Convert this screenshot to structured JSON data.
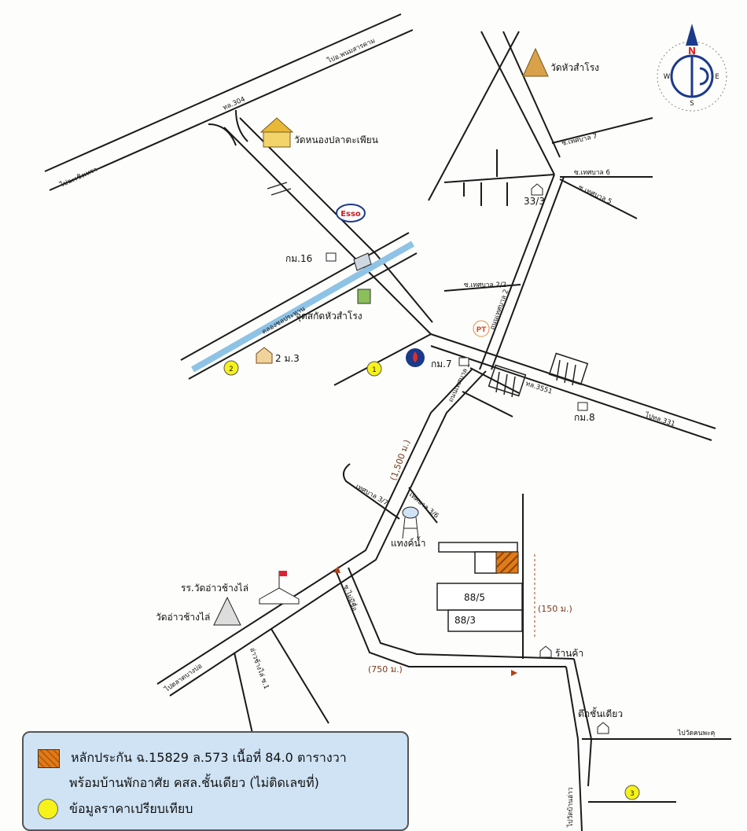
{
  "compass": {
    "n": "N",
    "s": "S",
    "e": "E",
    "w": "W"
  },
  "roads": {
    "to_phanom_sarakham": "ไปอ.พนมสารคาม",
    "hwy_304": "ทล.304",
    "to_chachoengsao": "ไปฉะเชิงเทรา",
    "hwy_3551": "ทล.3551",
    "to_hwy_331": "ไปทล.331",
    "tessaban_7": "ซ.เทศบาล 7",
    "tessaban_6": "ซ.เทศบาล 6",
    "tessaban_5": "ซ.เทศบาล 5",
    "tessaban_2_2": "ซ.เทศบาล 2/2",
    "tessaban_2_road": "ถนนเทศบาล 2",
    "tessaban_3_road": "ถนนเทศบาล 3",
    "tessaban_3_7": "เทศบาล 3/7",
    "tessaban_3_6": "เทศบาล 3/6",
    "to_talad_bangbon": "ไปตลาดบางบ่อ",
    "ao_chang_lai_1": "อ่าวช้างไล่ ซ.1",
    "no_name": "ซ.ไม่มีชื่อ",
    "to_wat_khon_phakhu": "ไปวัดคนพะคุ",
    "to_wat_ban_ao": "ไปวัดบ้านอ่าว"
  },
  "places": {
    "wat_hua_samrong": "วัดหัวสำโรง",
    "wat_nong_pla": "วัดหนองปลาตะเพียน",
    "esso": "Esso",
    "khlong": "คลองชลประทาน",
    "checkpoint": "จุดสกัดหัวสำโรง",
    "km16": "กม.16",
    "km7": "กม.7",
    "km8": "กม.8",
    "house_2_m3": "2 ม.3",
    "house_33_3": "33/3",
    "water_tower": "แทงค์น้ำ",
    "school": "รร.วัดอ่าวช้างไล่",
    "wat_ao_chang_lai": "วัดอ่าวช้างไล่",
    "house_88_5": "88/5",
    "house_88_3": "88/3",
    "shop": "ร้านค้า",
    "single_storey": "ตึกชั้นเดียว",
    "pt": "PT"
  },
  "distances": {
    "d1500": "(1,500 ม.)",
    "d150": "(150 ม.)",
    "d750": "(750 ม.)"
  },
  "comparables": [
    "1",
    "2",
    "3"
  ],
  "legend": {
    "collateral": "หลักประกัน ฉ.15829 ล.573 เนื้อที่ 84.0 ตารางวา",
    "collateral_2": "พร้อมบ้านพักอาศัย คสล.ชั้นเดียว (ไม่ติดเลขที่)",
    "comparable": "ข้อมูลราคาเปรียบเทียบ"
  },
  "colors": {
    "plot": "#e07b18",
    "comparable": "#f7f21a",
    "canal": "#8fc3e6",
    "legend_bg": "#cfe3f4"
  }
}
